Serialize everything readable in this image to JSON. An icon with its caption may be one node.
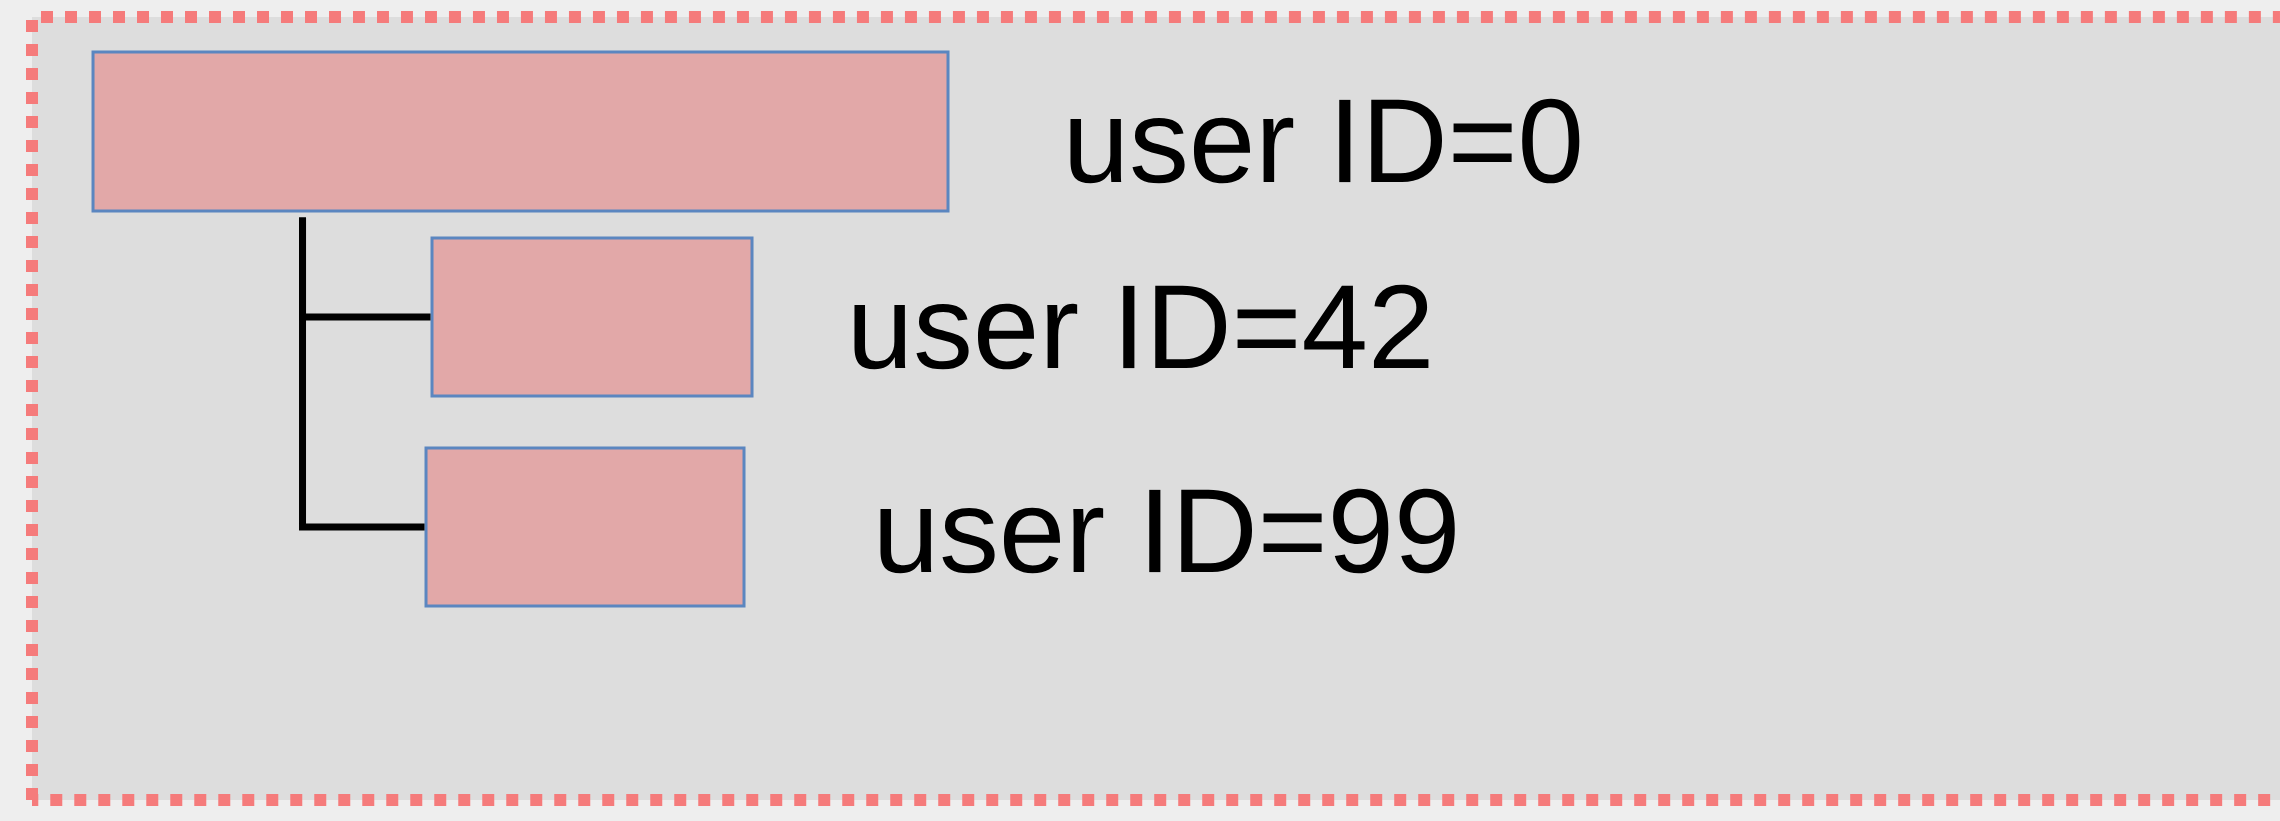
{
  "diagram": {
    "nodes": [
      {
        "text": [],
        "shape": "box",
        "beside": [
          "user ID=0"
        ]
      },
      {
        "text": [],
        "shape": "box",
        "beside": [
          "user ID=42"
        ]
      },
      {
        "text": [],
        "shape": "box",
        "beside": [
          "user ID=99"
        ]
      }
    ],
    "edges": [
      {
        "from": 0,
        "to": 1,
        "arrow": "none"
      },
      {
        "from": 0,
        "to": 2,
        "arrow": "none"
      }
    ]
  }
}
